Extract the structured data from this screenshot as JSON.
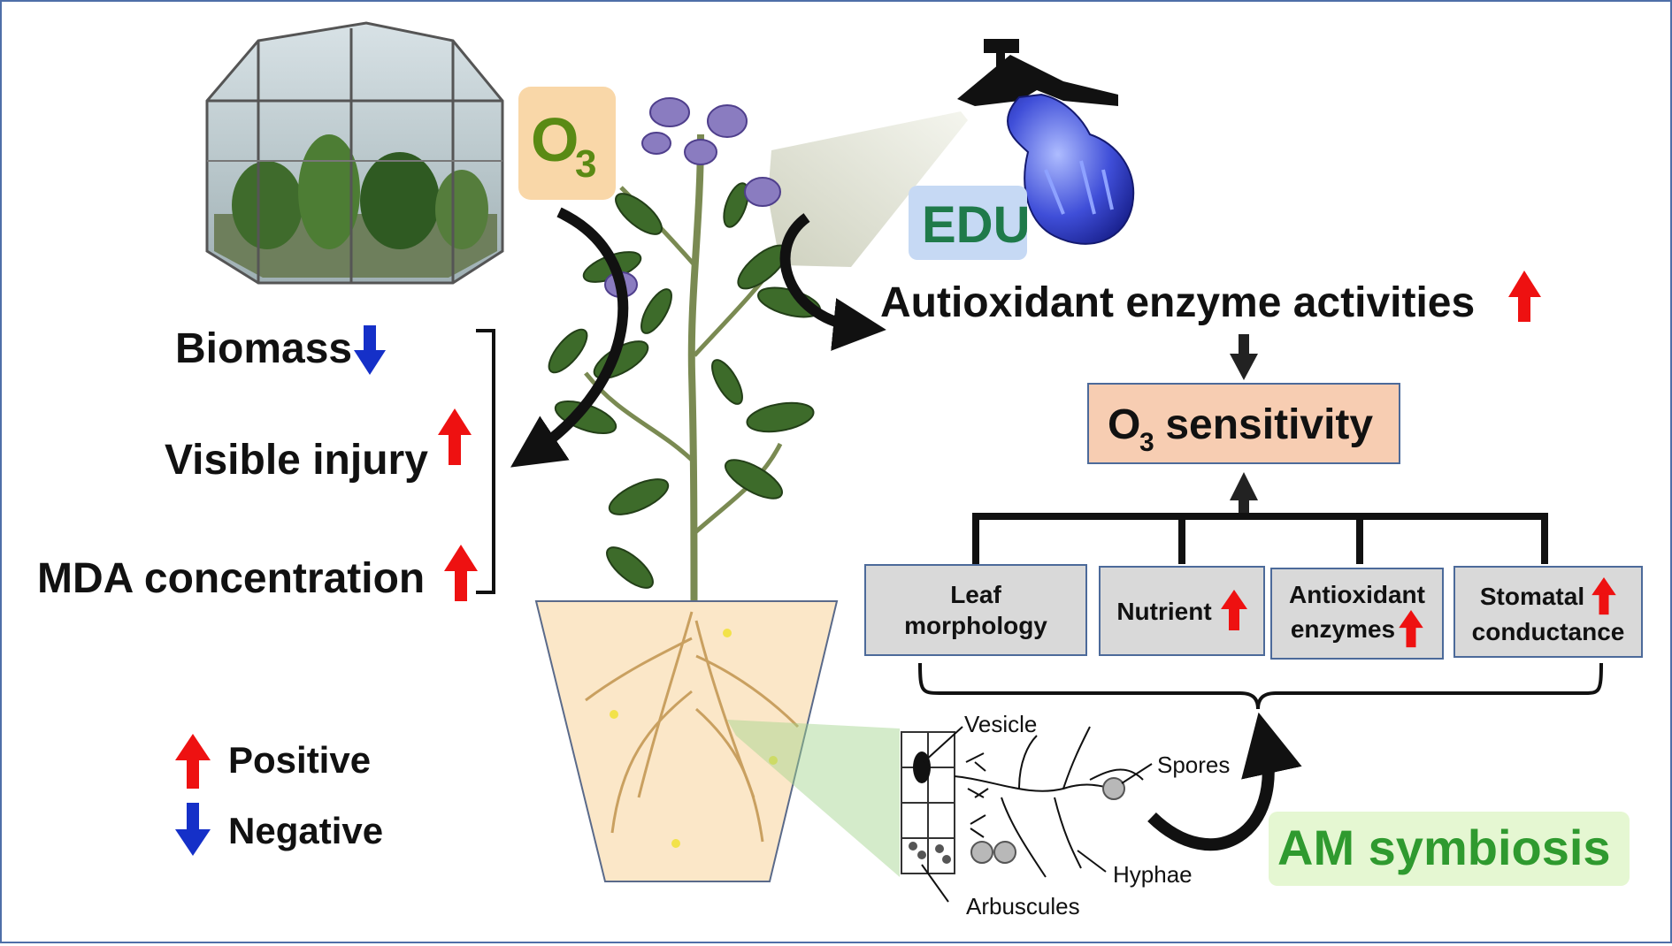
{
  "stressor": {
    "o3_base": "O",
    "o3_sub": "3"
  },
  "treatment": {
    "label": "EDU"
  },
  "responses": {
    "biomass": "Biomass",
    "visible_injury": "Visible injury",
    "mda": "MDA concentration"
  },
  "antioxidant_activity": "Autioxidant enzyme activities",
  "sensitivity": {
    "base": "O",
    "sub": "3",
    "rest": " sensitivity"
  },
  "factors": {
    "leaf": [
      "Leaf",
      "morphology"
    ],
    "nutrient": "Nutrient",
    "antioxidant": [
      "Antioxidant",
      "enzymes"
    ],
    "stomatal": [
      "Stomatal",
      "conductance"
    ]
  },
  "am": {
    "vesicle": "Vesicle",
    "spores": "Spores",
    "hyphae": "Hyphae",
    "arbuscules": "Arbuscules",
    "symbiosis": "AM symbiosis"
  },
  "legend": {
    "positive": "Positive",
    "negative": "Negative"
  },
  "colors": {
    "up": "#ee1111",
    "down": "#1530c8",
    "o3_green": "#5a8a14",
    "edu_green": "#1f7a4a",
    "am_green": "#2f9a2f"
  }
}
